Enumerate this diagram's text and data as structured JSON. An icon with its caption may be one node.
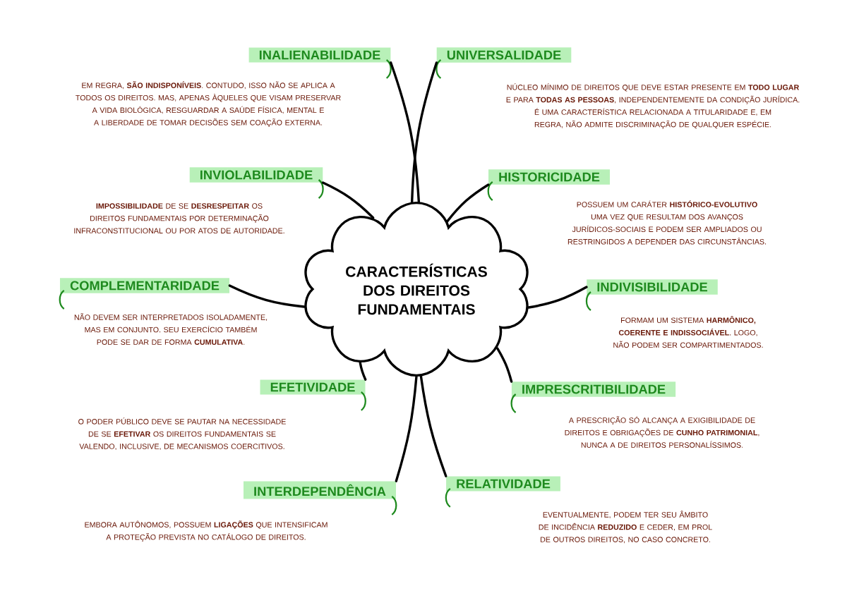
{
  "diagram": {
    "nodes": [
      {
        "text": [
          "CARACTERÍSTICAS DOS DIREITOS FUNDAMENTAIS"
        ]
      },
      {
        "text": [
          "INALIENABILIDADE"
        ],
        "beside": [
          "EM REGRA, **SÃO INDISPONÍVEIS**. CONTUDO, ISSO NÃO SE APLICA A TODOS OS DIREITOS. MAS, APENAS ÀQUELES QUE VISAM PRESERVAR A VIDA BIOLÓGICA, RESGUARDAR A SAÚDE FÍSICA, MENTAL E A LIBERDADE DE TOMAR DECISÕES SEM COAÇÃO EXTERNA."
        ]
      },
      {
        "text": [
          "UNIVERSALIDADE"
        ],
        "beside": [
          "NÚCLEO MÍNIMO DE DIREITOS QUE DEVE ESTAR PRESENTE EM **TODO LUGAR** E PARA **TODAS AS PESSOAS**, INDEPENDENTEMENTE DA CONDIÇÃO JURÍDICA.",
          "É UMA CARACTERÍSTICA RELACIONADA A TITULARIDADE E, EM REGRA, NÃO ADMITE DISCRIMINAÇÃO DE QUALQUER ESPÉCIE."
        ]
      },
      {
        "text": [
          "INVIOLABILIDADE"
        ],
        "beside": [
          "**IMPOSSIBILIDADE** DE SE **DESRESPEITAR** OS DIREITOS FUNDAMENTAIS POR DETERMINAÇÃO INFRACONSTITUCIONAL OU POR ATOS DE AUTORIDADE."
        ]
      },
      {
        "text": [
          "HISTORICIDADE"
        ],
        "beside": [
          "POSSUEM UM CARÁTER **HISTÓRICO-EVOLUTIVO** UMA VEZ QUE RESULTAM DOS AVANÇOS JURÍDICOS-SOCIAIS E PODEM SER AMPLIADOS OU RESTRINGIDOS A DEPENDER DAS CIRCUNSTÂNCIAS."
        ]
      },
      {
        "text": [
          "COMPLEMENTARIDADE"
        ],
        "beside": [
          "NÃO DEVEM SER INTERPRETADOS ISOLADAMENTE, MAS EM CONJUNTO. SEU EXERCÍCIO TAMBÉM PODE SE DAR DE FORMA **CUMULATIVA**."
        ]
      },
      {
        "text": [
          "INDIVISIBILIDADE"
        ],
        "beside": [
          "FORMAM UM SISTEMA **HARMÔNICO, COERENTE E INDISSOCIÁVEL**. LOGO, NÃO PODEM SER COMPARTIMENTADOS."
        ]
      },
      {
        "text": [
          "EFETIVIDADE"
        ],
        "beside": [
          "O PODER PÚBLICO DEVE SE PAUTAR NA NECESSIDADE DE SE **EFETIVAR** OS DIREITOS FUNDAMENTAIS SE VALENDO, INCLUSIVE, DE MECANISMOS COERCITIVOS."
        ]
      },
      {
        "text": [
          "IMPRESCRITIBILIDADE"
        ],
        "beside": [
          "A PRESCRIÇÃO SÓ ALCANÇA A EXIGIBILIDADE DE DIREITOS E OBRIGAÇÕES DE **CUNHO PATRIMONIAL**, NUNCA A DE DIREITOS PERSONALÍSSIMOS."
        ]
      },
      {
        "text": [
          "INTERDEPENDÊNCIA"
        ],
        "beside": [
          "EMBORA AUTÔNOMOS, POSSUEM **LIGAÇÕES** QUE INTENSIFICAM A PROTEÇÃO PREVISTA NO CATÁLOGO DE DIREITOS."
        ]
      },
      {
        "text": [
          "RELATIVIDADE"
        ],
        "beside": [
          "EVENTUALMENTE, PODEM TER SEU ÂMBITO DE INCIDÊNCIA **REDUZIDO** E CEDER, EM PROL DE OUTROS DIREITOS, NO CASO CONCRETO."
        ]
      }
    ],
    "edges": [
      {
        "from": 0,
        "to": 1,
        "arrow": "none"
      },
      {
        "from": 0,
        "to": 2,
        "arrow": "none"
      },
      {
        "from": 0,
        "to": 3,
        "arrow": "none"
      },
      {
        "from": 0,
        "to": 4,
        "arrow": "none"
      },
      {
        "from": 0,
        "to": 5,
        "arrow": "none"
      },
      {
        "from": 0,
        "to": 6,
        "arrow": "none"
      },
      {
        "from": 0,
        "to": 7,
        "arrow": "none"
      },
      {
        "from": 0,
        "to": 8,
        "arrow": "none"
      },
      {
        "from": 0,
        "to": 9,
        "arrow": "none"
      },
      {
        "from": 0,
        "to": 10,
        "arrow": "none"
      }
    ]
  }
}
